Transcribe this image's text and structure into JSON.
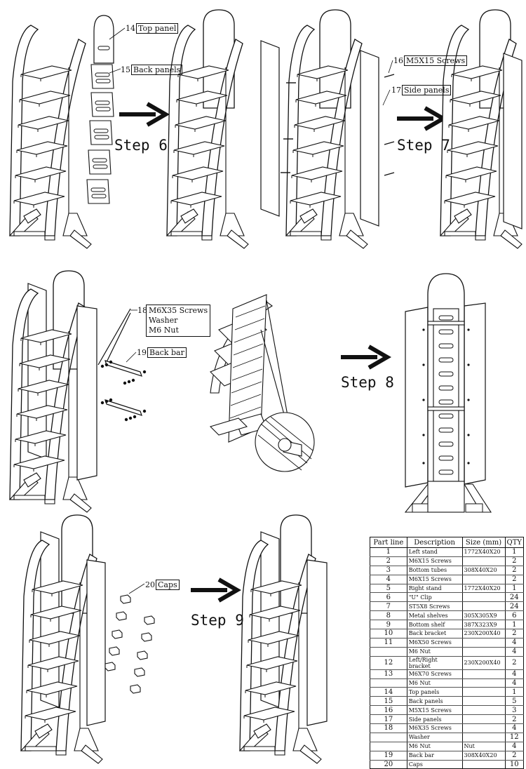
{
  "callouts": {
    "p14": {
      "num": "14",
      "label": "Top panel"
    },
    "p15": {
      "num": "15",
      "label": "Back panels"
    },
    "p16": {
      "num": "16",
      "label": "M5X15 Screws"
    },
    "p17": {
      "num": "17",
      "label": "Side panels"
    },
    "p18": {
      "num": "18",
      "lines": [
        "M6X35 Screws",
        "Washer",
        "M6 Nut"
      ]
    },
    "p19": {
      "num": "19",
      "label": "Back bar"
    },
    "p20": {
      "num": "20",
      "label": "Caps"
    }
  },
  "steps": {
    "s6": "Step 6",
    "s7": "Step 7",
    "s8": "Step 8",
    "s9": "Step 9"
  },
  "parts_table": {
    "headers": [
      "Part line",
      "Description",
      "Size (mm)",
      "QTY"
    ],
    "rows": [
      {
        "part": "1",
        "desc": "Left stand",
        "size": "1772X40X20",
        "qty": "1"
      },
      {
        "part": "2",
        "desc": "M6X15 Screws",
        "size": "",
        "qty": "2"
      },
      {
        "part": "3",
        "desc": "Bottom tubes",
        "size": "308X40X20",
        "qty": "2"
      },
      {
        "part": "4",
        "desc": "M6X15 Screws",
        "size": "",
        "qty": "2"
      },
      {
        "part": "5",
        "desc": "Right stand",
        "size": "1772X40X20",
        "qty": "1"
      },
      {
        "part": "6",
        "desc": "\"U\" Clip",
        "size": "",
        "qty": "24"
      },
      {
        "part": "7",
        "desc": "ST5X8 Screws",
        "size": "",
        "qty": "24"
      },
      {
        "part": "8",
        "desc": "Metal shelves",
        "size": "305X305X9",
        "qty": "6"
      },
      {
        "part": "9",
        "desc": "Bottom shelf",
        "size": "387X323X9",
        "qty": "1"
      },
      {
        "part": "10",
        "desc": "Back bracket",
        "size": "230X200X40",
        "qty": "2"
      },
      {
        "part": "11",
        "desc": "M6X50 Screws",
        "size": "",
        "qty": "4"
      },
      {
        "part": "",
        "desc": "M6 Nut",
        "size": "",
        "qty": "4"
      },
      {
        "part": "12",
        "desc": "Left/Right bracket",
        "size": "230X200X40",
        "qty": "2"
      },
      {
        "part": "13",
        "desc": "M6X70 Screws",
        "size": "",
        "qty": "4"
      },
      {
        "part": "",
        "desc": "M6 Nut",
        "size": "",
        "qty": "4"
      },
      {
        "part": "14",
        "desc": "Top panels",
        "size": "",
        "qty": "1"
      },
      {
        "part": "15",
        "desc": "Back panels",
        "size": "",
        "qty": "5"
      },
      {
        "part": "16",
        "desc": "M5X15 Screws",
        "size": "",
        "qty": "3"
      },
      {
        "part": "17",
        "desc": "Side panels",
        "size": "",
        "qty": "2"
      },
      {
        "part": "18",
        "desc": "M6X35 Screws",
        "size": "",
        "qty": "4"
      },
      {
        "part": "",
        "desc": "Washer",
        "size": "",
        "qty": "12"
      },
      {
        "part": "",
        "desc": "M6 Nut",
        "size": "Nut",
        "qty": "4"
      },
      {
        "part": "19",
        "desc": "Back bar",
        "size": "308X40X20",
        "qty": "2"
      },
      {
        "part": "20",
        "desc": "Caps",
        "size": "",
        "qty": "10"
      }
    ]
  }
}
